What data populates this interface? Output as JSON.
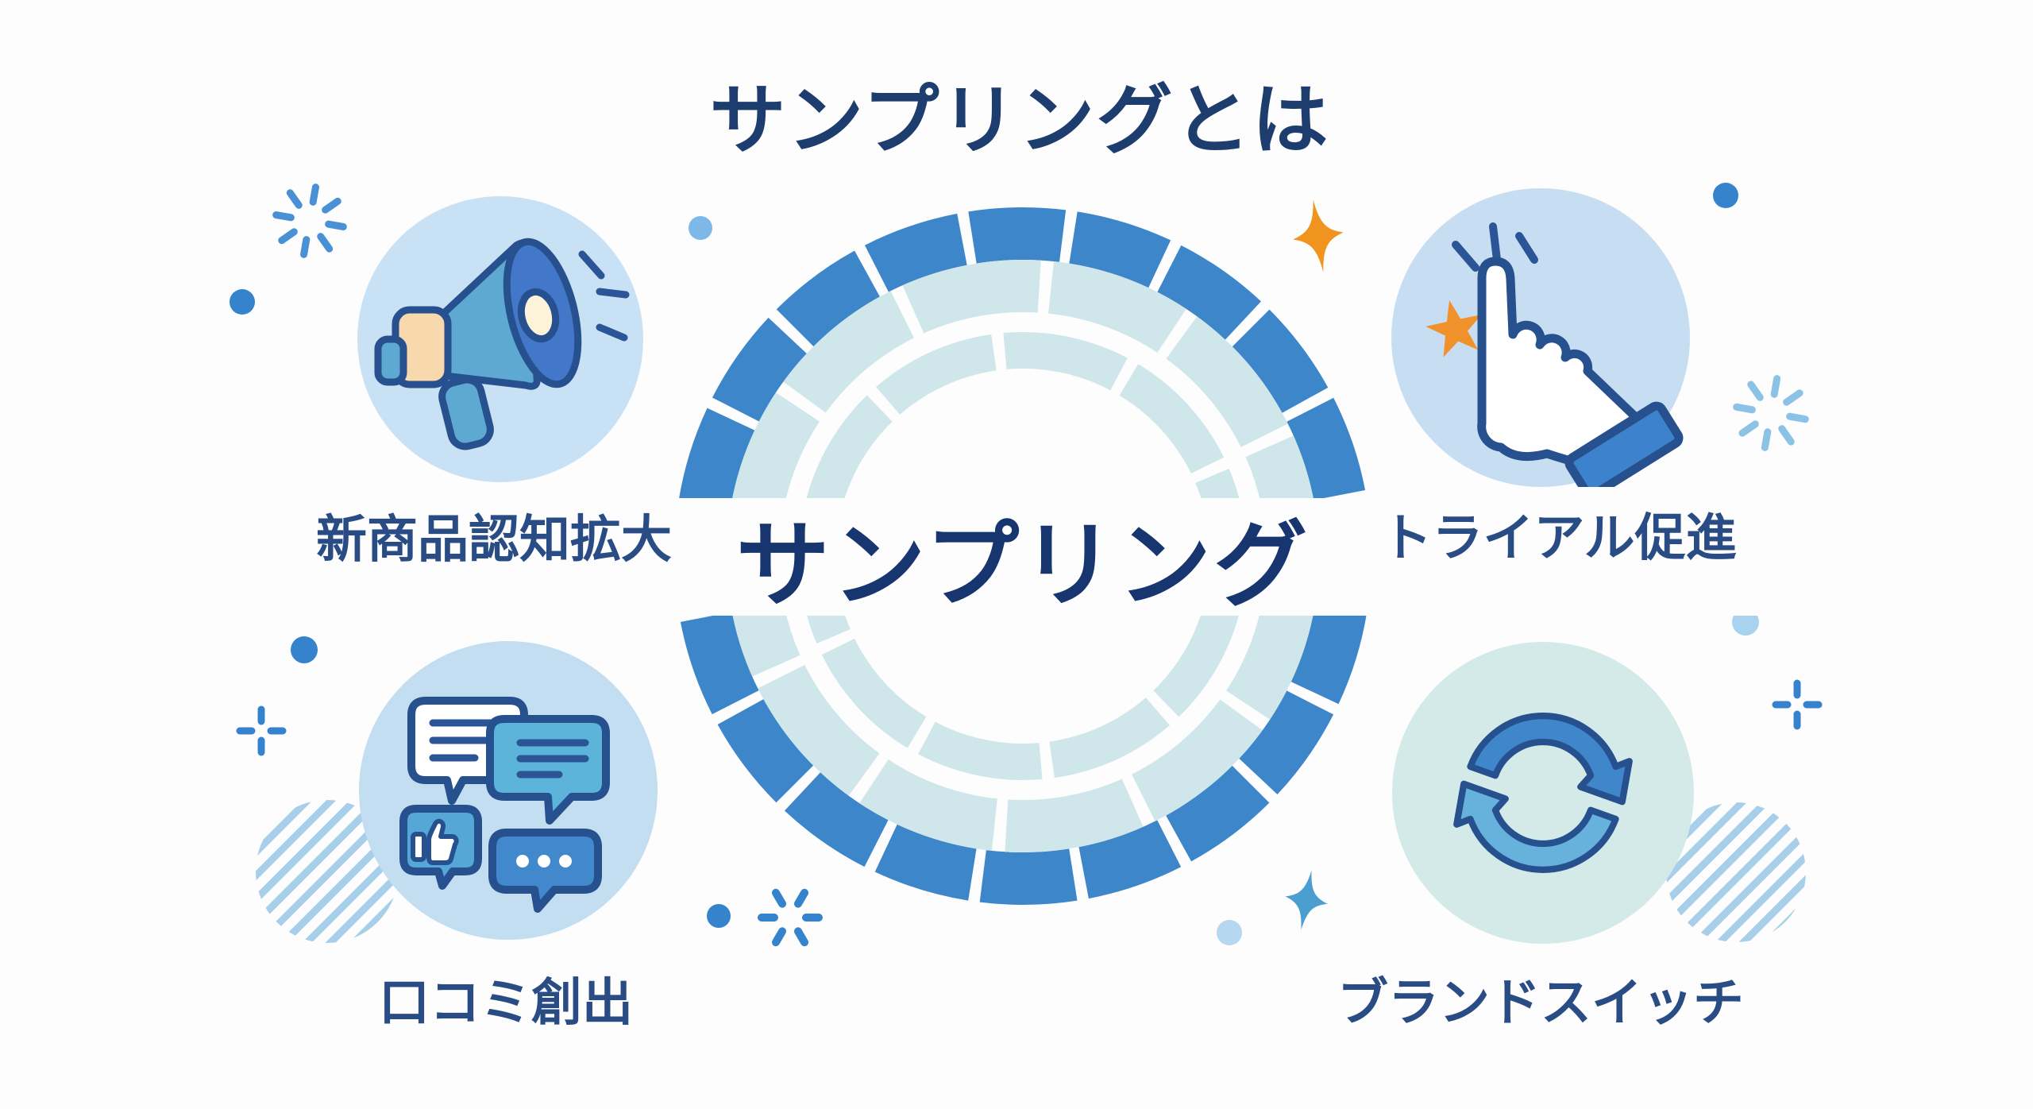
{
  "title": "サンプリングとは",
  "center": {
    "label": "サンプリング"
  },
  "items": [
    {
      "id": "awareness",
      "label": "新商品認知拡大",
      "icon": "megaphone-icon",
      "position": "top-left"
    },
    {
      "id": "trial",
      "label": "トライアル促進",
      "icon": "click-hand-icon",
      "position": "top-right"
    },
    {
      "id": "word-of-mouth",
      "label": "口コミ創出",
      "icon": "chat-bubbles-icon",
      "position": "bottom-left"
    },
    {
      "id": "brand-switch",
      "label": "ブランドスイッチ",
      "icon": "cycle-arrows-icon",
      "position": "bottom-right"
    }
  ],
  "decorations": [
    "sparkle-burst-icon",
    "dot-icon",
    "plus-sparkle-icon",
    "four-point-star-icon",
    "striped-circle-icon",
    "click-burst-icon",
    "star-icon"
  ],
  "colors": {
    "background": "#fdfdfe",
    "title_navy": "#1d3d6e",
    "center_navy": "#17366f",
    "label_navy": "#2a4c85",
    "ring_blue": "#3e86ca",
    "ring_pale": "#cfe7ea",
    "outline_navy": "#27508f",
    "circle_blue_bg": "#c9e1f4",
    "circle_teal_bg": "#d4eae8",
    "accent_orange": "#f0912b",
    "megaphone_teal": "#5ea9d2",
    "megaphone_bell_blue": "#4377c9",
    "megaphone_cream": "#f8d9ae",
    "cuff_blue": "#3d82cc",
    "bubble_teal": "#5db4da",
    "bubble_mid_blue": "#55a7d8",
    "bubble_blue": "#4189cc",
    "arrow_top_blue": "#3f86cb",
    "arrow_bottom_blue": "#66b2dc",
    "stripe_blue": "#a8cfe9",
    "deco_blue": "#3583cc",
    "deco_light_blue": "#8cc2e6"
  }
}
